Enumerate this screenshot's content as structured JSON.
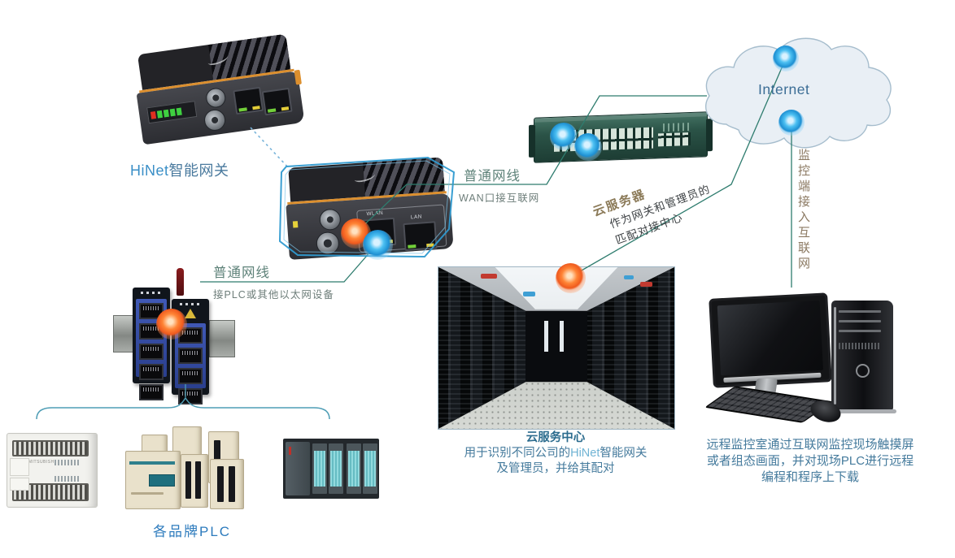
{
  "labels": {
    "hinet_brand": "HiNet",
    "hinet_rest": "智能网关",
    "internet": "Internet",
    "wan_cable_title": "普通网线",
    "wan_cable_sub": "WAN口接互联网",
    "plc_cable_title": "普通网线",
    "plc_cable_sub": "接PLC或其他以太网设备",
    "cloud_server_title": "云服务器",
    "cloud_server_desc1": "作为网关和管理员的",
    "cloud_server_desc2": "匹配对接中心",
    "monitor_access": "监控端接入互联网",
    "plc_group": "各品牌PLC",
    "wlan_port": "WLAN",
    "lan_port": "LAN",
    "plc_brand": "MITSUBISHI"
  },
  "captions": {
    "cloud_center": {
      "title": "云服务中心",
      "line1_pre": "用于识别不同公司的",
      "line1_brand": "HiNet",
      "line1_post": "智能网关",
      "line2": "及管理员，并给其配对"
    },
    "remote_room": {
      "line1": "远程监控室通过互联网监控现场触摸屏",
      "line2": "或者组态画面，并对现场PLC进行远程",
      "line3": "编程和程序上下载"
    }
  },
  "colors": {
    "connection_line": "#2e7c6e",
    "highlight_frame": "#2f9ad0",
    "dashed_link": "#79b4da",
    "brace": "#4e9db5",
    "caption_text": "#447a9c",
    "brown_label": "#8b7a58",
    "blue_label": "#2d7bbd",
    "orange_indicator": "#ef5a1e",
    "blue_indicator": "#1d8fd2",
    "cloud_fill": "#e9eff5",
    "cloud_stroke": "#a6bdcd"
  }
}
